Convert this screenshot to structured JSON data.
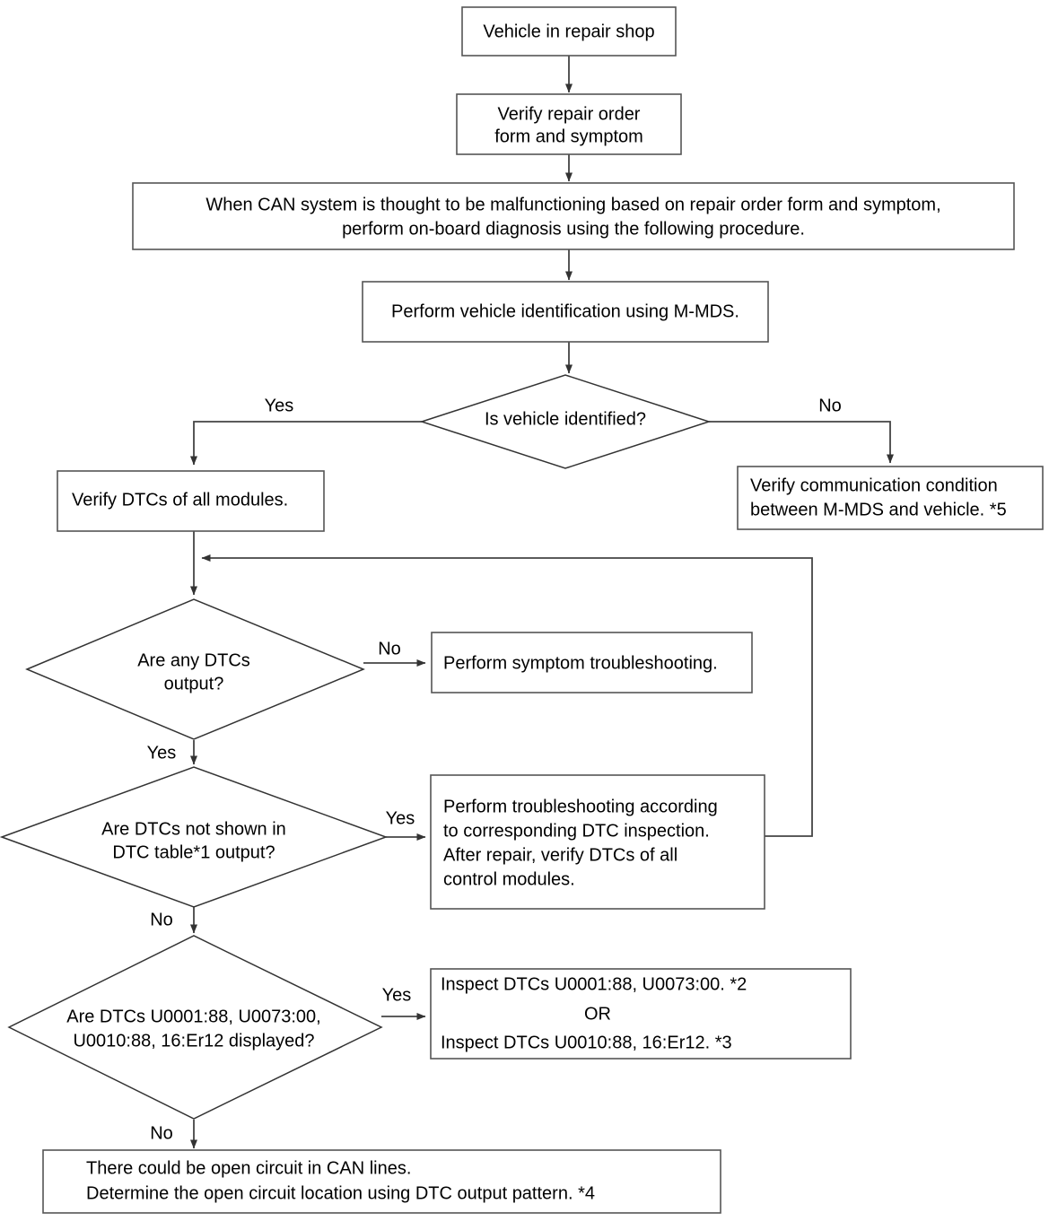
{
  "diagram": {
    "title": "CAN system on-board diagnostic procedure flowchart",
    "colors": {
      "box_stroke": "#555555",
      "diamond_stroke": "#333333",
      "connector": "#444444",
      "background": "#ffffff",
      "text": "#000000"
    },
    "nodes": {
      "vehicle_in_shop": {
        "type": "process",
        "lines": [
          "Vehicle in repair shop"
        ]
      },
      "verify_repair_order": {
        "type": "process",
        "lines": [
          "Verify repair order",
          "form and symptom"
        ]
      },
      "can_malfunction_note": {
        "type": "process",
        "lines": [
          "When CAN system is thought to be malfunctioning based on repair order form and symptom,",
          "perform on-board diagnosis using the following procedure."
        ]
      },
      "perform_vehicle_id": {
        "type": "process",
        "lines": [
          "Perform vehicle identification using M-MDS."
        ]
      },
      "is_vehicle_identified": {
        "type": "decision",
        "lines": [
          "Is vehicle identified?"
        ]
      },
      "verify_dtcs_all_modules": {
        "type": "process",
        "lines": [
          "Verify DTCs of all modules."
        ]
      },
      "verify_communication": {
        "type": "process",
        "lines": [
          "Verify communication condition",
          "between M-MDS and vehicle. *5"
        ]
      },
      "are_any_dtcs_output": {
        "type": "decision",
        "lines": [
          "Are any DTCs",
          "output?"
        ]
      },
      "perform_symptom_troubleshooting": {
        "type": "process",
        "lines": [
          "Perform symptom troubleshooting."
        ]
      },
      "are_dtcs_not_in_table": {
        "type": "decision",
        "lines": [
          "Are DTCs not shown in",
          "DTC table*1 output?"
        ]
      },
      "perform_troubleshooting_dtc": {
        "type": "process",
        "lines": [
          "Perform troubleshooting according",
          "to corresponding DTC inspection.",
          "After repair, verify DTCs of all",
          "control modules."
        ]
      },
      "are_specific_dtcs_displayed": {
        "type": "decision",
        "lines": [
          "Are DTCs U0001:88, U0073:00,",
          "U0010:88, 16:Er12 displayed?"
        ]
      },
      "inspect_dtcs": {
        "type": "process",
        "lines": [
          "Inspect DTCs U0001:88, U0073:00.  *2",
          "OR",
          "Inspect DTCs U0010:88, 16:Er12.  *3"
        ]
      },
      "open_circuit_conclusion": {
        "type": "process",
        "lines": [
          "There could be open circuit in CAN lines.",
          "Determine the open circuit location using DTC output pattern.   *4"
        ]
      }
    },
    "branch_labels": {
      "identified_yes": "Yes",
      "identified_no": "No",
      "any_dtcs_no": "No",
      "any_dtcs_yes": "Yes",
      "not_in_table_yes": "Yes",
      "not_in_table_no": "No",
      "specific_dtcs_yes": "Yes",
      "specific_dtcs_no": "No"
    },
    "footnotes": [
      "*1",
      "*2",
      "*3",
      "*4",
      "*5"
    ]
  }
}
